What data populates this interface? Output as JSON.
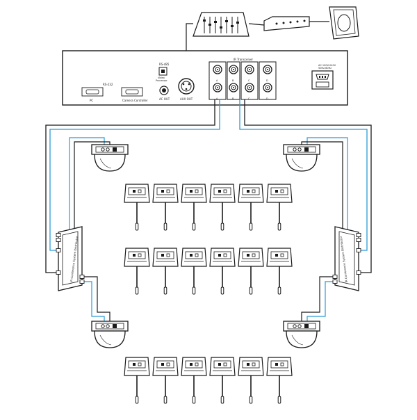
{
  "main_unit": {
    "rs232_label": "RS-232",
    "pc_label": "PC",
    "camera_label": "Camera Controller",
    "rs485_label": "RS-485",
    "video_label": "Video\nProcessor",
    "ac_out_label": "AC OUT",
    "aux_out_label": "AUX OUT",
    "ir_label": "IR Transceiver",
    "port_a": "A",
    "port_b": "B",
    "port_c": "C",
    "port_d": "D",
    "power_label_1": "AC 100V-240V",
    "power_label_2": "50Hz-60Hz"
  },
  "distributor_label": "IR Conference System Distributor",
  "colors": {
    "line": "#1a1a1a",
    "ir_line": "#2b9bd6",
    "fill": "#ffffff",
    "panel": "#f2f2f2"
  }
}
